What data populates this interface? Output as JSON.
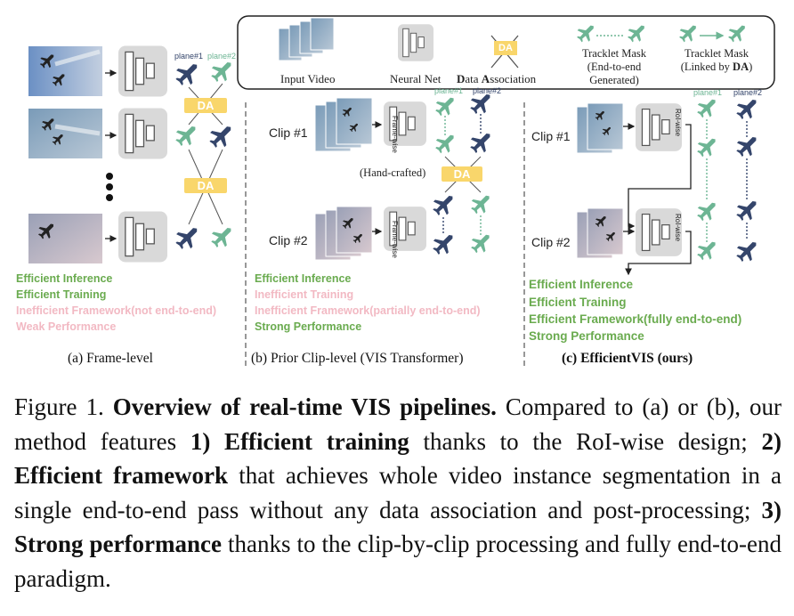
{
  "legend": {
    "input_video": "Input Video",
    "neural_net": "Neural Net",
    "data_association": "Data Association",
    "data_association_D": "D",
    "data_association_rest1": "ata ",
    "data_association_A": "A",
    "data_association_rest2": "ssociation",
    "da_badge": "DA",
    "tracklet_mask_e2e_line1": "Tracklet Mask",
    "tracklet_mask_e2e_line2": "(End-to-end",
    "tracklet_mask_e2e_line3": "Generated)",
    "tracklet_mask_linked_line1": "Tracklet Mask",
    "tracklet_mask_linked_prefix": "(Linked by ",
    "tracklet_mask_linked_bold": "DA",
    "tracklet_mask_linked_suffix": ")"
  },
  "panel_a": {
    "plane1": "plane#1",
    "plane2": "plane#2",
    "da1": "DA",
    "da2": "DA",
    "metrics": [
      {
        "text": "Efficient Inference",
        "status": "good"
      },
      {
        "text": "Efficient Training",
        "status": "good"
      },
      {
        "text": "Inefficient Framework(not end-to-end)",
        "status": "bad"
      },
      {
        "text": "Weak Performance",
        "status": "bad"
      }
    ],
    "caption": "(a) Frame-level"
  },
  "panel_b": {
    "clip1": "Clip #1",
    "clip2": "Clip #2",
    "frame_wise": "Frame-wise",
    "plane1": "plane#1",
    "plane2": "plane#2",
    "hand_crafted": "(Hand-crafted)",
    "da": "DA",
    "metrics": [
      {
        "text": "Efficient Inference",
        "status": "good"
      },
      {
        "text": "Inefficient Training",
        "status": "bad"
      },
      {
        "text": "Inefficient Framework(partially end-to-end)",
        "status": "bad"
      },
      {
        "text": "Strong Performance",
        "status": "good"
      }
    ],
    "caption": "(b) Prior Clip-level (VIS Transformer)"
  },
  "panel_c": {
    "clip1": "Clip #1",
    "clip2": "Clip #2",
    "roi_wise": "RoI-wise",
    "plane1": "plane#1",
    "plane2": "plane#2",
    "metrics": [
      {
        "text": "Efficient Inference",
        "status": "good"
      },
      {
        "text": "Efficient Training",
        "status": "good"
      },
      {
        "text": "Efficient Framework(fully end-to-end)",
        "status": "good"
      },
      {
        "text": "Strong Performance",
        "status": "good"
      }
    ],
    "caption": "(c) EfficientVIS (ours)"
  },
  "caption": {
    "prefix": "Figure 1. ",
    "title": "Overview of real-time VIS pipelines.",
    "t1": " Compared to (a) or (b), our method features ",
    "b1": "1) Efficient training",
    "t2": " thanks to the RoI-wise design; ",
    "b2": "2) Efficient framework",
    "t3": " that achieves whole video instance segmentation in a single end-to-end pass without any data association and post-processing; ",
    "b3": "3) Strong performance",
    "t4": " thanks to the clip-by-clip processing and fully end-to-end paradigm."
  },
  "colors": {
    "good": "#6aab4f",
    "bad": "#f2b9c3",
    "plane_dark": "#34456b",
    "plane_green": "#6db594",
    "da_yellow": "#f9d66b"
  }
}
